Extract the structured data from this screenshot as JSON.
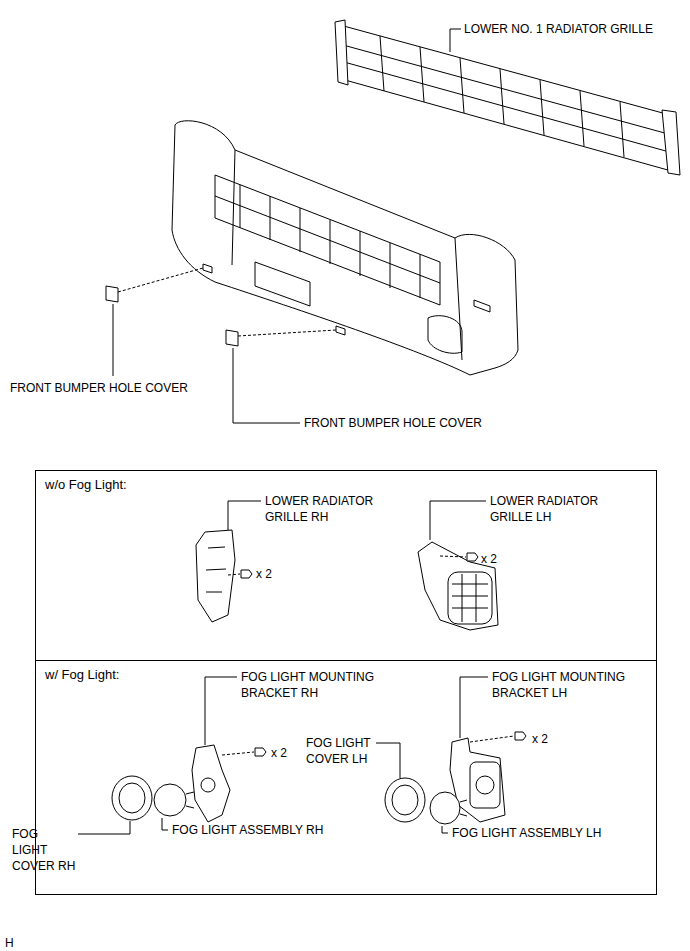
{
  "diagram": {
    "nodes": [
      {
        "text": [
          "w/o Fog Light:"
        ]
      },
      {
        "text": [
          "w/ Fog Light:"
        ]
      }
    ],
    "labels": [
      "LOWER NO. 1 RADIATOR GRILLE",
      "FRONT BUMPER HOLE COVER",
      "FRONT BUMPER HOLE COVER",
      "LOWER RADIATOR GRILLE RH",
      "x 2",
      "LOWER RADIATOR GRILLE LH",
      "x 2",
      "FOG LIGHT MOUNTING BRACKET RH",
      "x 2",
      "FOG LIGHT COVER LH",
      "FOG LIGHT MOUNTING BRACKET LH",
      "x 2",
      "FOG LIGHT COVER RH",
      "FOG LIGHT ASSEMBLY RH",
      "FOG LIGHT ASSEMBLY LH",
      "H"
    ]
  }
}
